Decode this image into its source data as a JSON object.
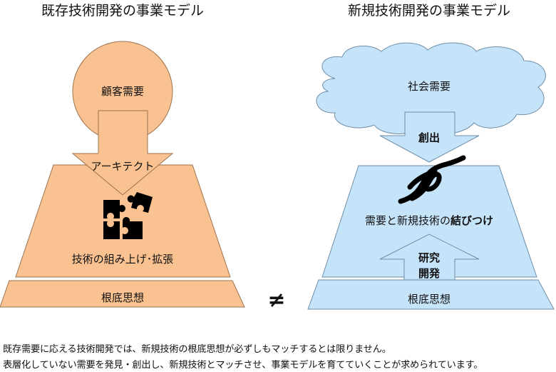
{
  "titles": {
    "left": "既存技術開発の事業モデル",
    "right": "新規技術開発の事業モデル"
  },
  "left_model": {
    "demand": "顧客需要",
    "arrow_label": "アーキテクト",
    "body_label": "技術の組み上げ･拡張",
    "base_label": "根底思想",
    "icon": "puzzle-icon"
  },
  "right_model": {
    "demand": "社会需要",
    "arrow_label": "創出",
    "body_label_prefix": "需要と新規技術の",
    "body_label_bold": "結びつけ",
    "up_arrow_label_1": "研究",
    "up_arrow_label_2": "開発",
    "base_label": "根底思想",
    "icon": "knot-icon"
  },
  "comparison_symbol": "≠",
  "notes": [
    "既存需要に応える技術開発では、新規技術の根底思想が必ずしもマッチするとは限りません。",
    "表層化していない需要を発見・創出し、新規技術とマッチさせ、事業モデルを育てていくことが求められています。"
  ],
  "colors": {
    "left_fill": "#f9c290",
    "left_stroke": "#9c7250",
    "right_fill": "#c6e4f9",
    "right_stroke": "#6f8ea8"
  }
}
